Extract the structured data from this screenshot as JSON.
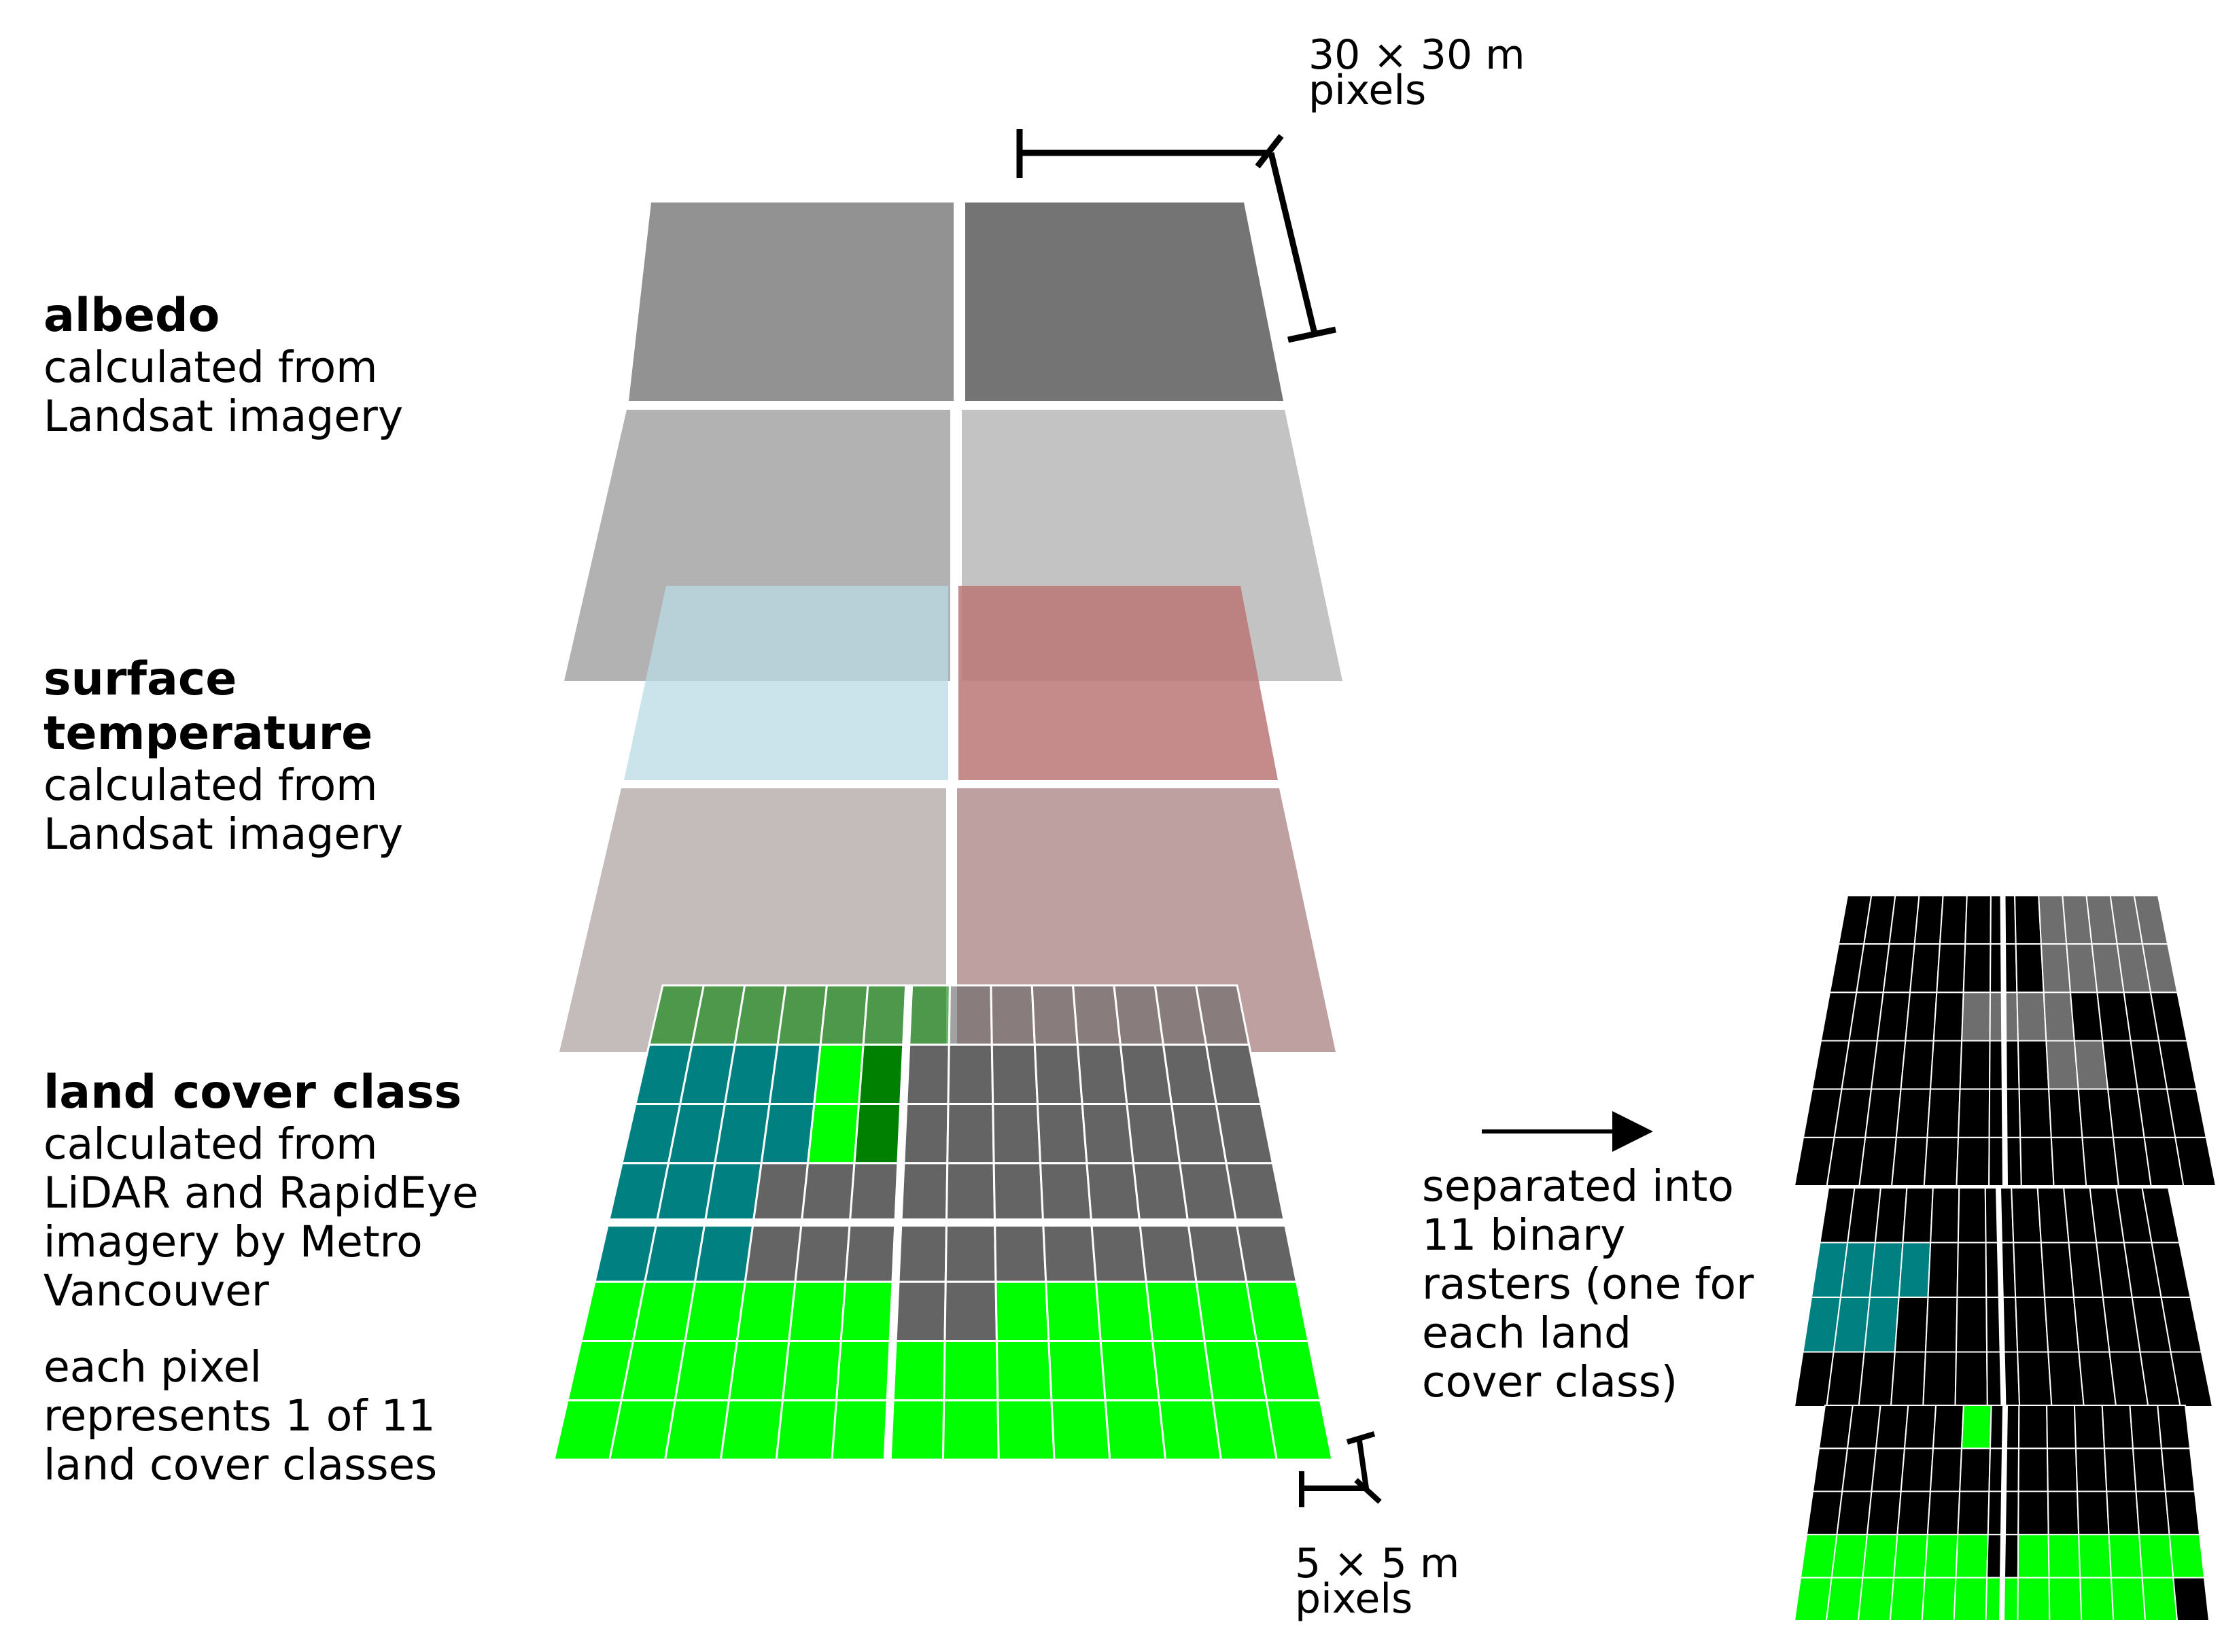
{
  "layers": [
    {
      "title": "albedo",
      "subtitle_lines": [
        "calculated from",
        "Landsat imagery"
      ]
    },
    {
      "title_lines": [
        "surface",
        "temperature"
      ],
      "subtitle_lines": [
        "calculated from",
        "Landsat imagery"
      ]
    },
    {
      "title": "land cover class",
      "subtitle_lines": [
        "calculated from",
        "LiDAR and RapidEye",
        "imagery by Metro",
        "Vancouver"
      ],
      "note_lines": [
        "each pixel",
        "represents 1 of 11",
        "land cover classes"
      ]
    }
  ],
  "scale_large": {
    "lines": [
      "30 × 30 m",
      "pixels"
    ]
  },
  "scale_small": {
    "lines": [
      "5 × 5 m",
      "pixels"
    ]
  },
  "separation_note": {
    "lines": [
      "separated into",
      "11 binary",
      "rasters (one for",
      "each land",
      "cover class)"
    ]
  },
  "colors": {
    "albedo": [
      "#929292",
      "#747474",
      "#b2b2b2",
      "#c3c3c3"
    ],
    "temperature": [
      "#b9dae3",
      "#bb7676",
      "#bfb5b5",
      "#b99898"
    ],
    "landcover_teal": "#008080",
    "landcover_gray": "#646464",
    "landcover_green": "#00ff00",
    "landcover_dark_green": "#008000",
    "binary_black": "#000000",
    "binary_gray": "#6e6e6e"
  },
  "land_cover_grid": {
    "rows": 8,
    "cols": 14,
    "codes": [
      "ggggggghhhhhhh",
      "ttttlgrrrrrrrr",
      "ttttlgrrrrrrrr",
      "tttrrrrrrrrrrr",
      "tttrrrrrrrrrrr",
      "llllllrrllllll",
      "llllllllllllll",
      "llllllllllllll"
    ],
    "legend": {
      "g": "dark green",
      "h": "gray (upper half)",
      "t": "teal",
      "l": "green",
      "r": "gray"
    }
  },
  "binary_grids": [
    {
      "color": "#6e6e6e",
      "grid": [
        "kkkkkkkkggggg",
        "kkkkkkkkggggg",
        "kkkkkggggkkkk",
        "kkkkkkkkggkkk",
        "kkkkkkkkkkkkk",
        "kkkkkkkkkkkkk"
      ]
    },
    {
      "color": "#008080",
      "grid": [
        "kkkkkkkkkkkkk",
        "cccckkkkkkkkk",
        "ccckkkkkkkkkk",
        "kkkkkkkkkkkkk"
      ]
    },
    {
      "color": "#00ff00",
      "grid": [
        "kkkkkgkkkkkkk",
        "kkkkkkkkkkkkk",
        "kkkkkkkkkkkkk",
        "ggggggkgggggg",
        "gggggggggggg"
      ]
    }
  ]
}
